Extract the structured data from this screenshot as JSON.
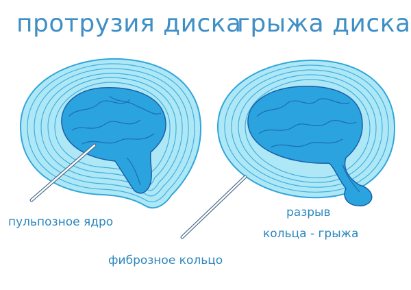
{
  "titles": {
    "protrusion": "протрузия диска",
    "hernia": "грыжа диска"
  },
  "labels": {
    "nucleus": "пульпозное ядро",
    "annulus": "фиброзное кольцо",
    "rupture_line1": "разрыв",
    "rupture_line2": "кольца - грыжа"
  },
  "colors": {
    "title": "#3f8fc6",
    "label": "#2a86bd",
    "disc_fill": "#aee7f6",
    "disc_ring": "#2fa6da",
    "nucleus_fill": "#2aa3df",
    "nucleus_line": "#1a5fa8"
  }
}
